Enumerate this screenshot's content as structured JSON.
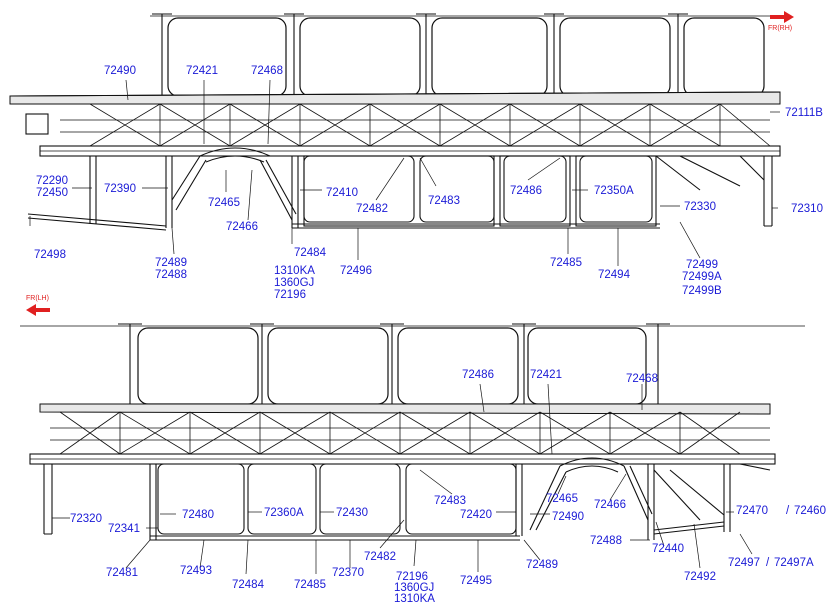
{
  "direction_top": "FR(RH)",
  "direction_bottom": "FR(LH)",
  "top_labels": [
    "72490",
    "72421",
    "72468",
    "72111B",
    "72290",
    "72450",
    "72390",
    "72465",
    "72466",
    "72410",
    "72482",
    "72483",
    "72486",
    "72350A",
    "72330",
    "72310",
    "72498",
    "72489",
    "72488",
    "72484",
    "1310KA",
    "1360GJ",
    "72196",
    "72496",
    "72485",
    "72494",
    "72499",
    "72499A",
    "72499B"
  ],
  "bottom_labels": [
    "72486",
    "72421",
    "72468",
    "72320",
    "72341",
    "72480",
    "72360A",
    "72430",
    "72483",
    "72465",
    "72466",
    "72420",
    "72490",
    "72470",
    "72460",
    "72488",
    "72440",
    "72481",
    "72493",
    "72484",
    "72485",
    "72370",
    "72482",
    "72196",
    "1360GJ",
    "1310KA",
    "72495",
    "72489",
    "72492",
    "72497",
    "72497A"
  ],
  "separators": [
    "/",
    "/"
  ],
  "colors": {
    "label": "#1a1ad6",
    "arrow": "#e02020",
    "line": "#111111"
  }
}
